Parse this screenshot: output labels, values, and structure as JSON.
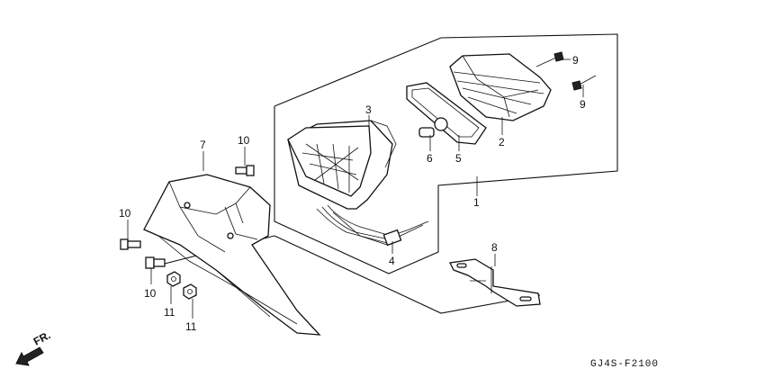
{
  "diagram": {
    "callouts": [
      "1",
      "2",
      "3",
      "4",
      "5",
      "6",
      "7",
      "8",
      "9",
      "9",
      "10",
      "10",
      "10",
      "11",
      "11"
    ],
    "direction_label": "FR.",
    "drawing_code": "GJ4S-F2100",
    "parts": [
      {
        "number": "1",
        "part": "taillight assembly group"
      },
      {
        "number": "2",
        "part": "taillight lens"
      },
      {
        "number": "3",
        "part": "taillight housing"
      },
      {
        "number": "4",
        "part": "wire harness"
      },
      {
        "number": "5",
        "part": "lens gasket"
      },
      {
        "number": "6",
        "part": "bulb"
      },
      {
        "number": "7",
        "part": "rear fender"
      },
      {
        "number": "8",
        "part": "license plate bracket"
      },
      {
        "number": "9",
        "part": "lens screw"
      },
      {
        "number": "10",
        "part": "bolt"
      },
      {
        "number": "11",
        "part": "nut"
      }
    ]
  }
}
